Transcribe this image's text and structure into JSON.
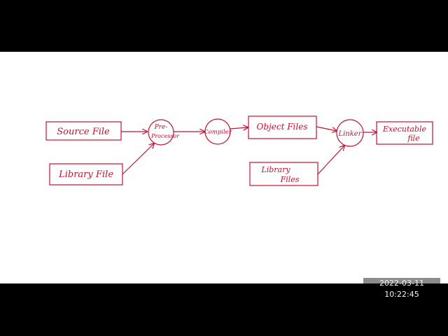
{
  "colors": {
    "ink": "#c8102e",
    "canvas": "#ffffff",
    "letterbox": "#000000"
  },
  "diagram": {
    "source_file": "Source File",
    "library_file": "Library File",
    "preprocessor_line1": "Pre-",
    "preprocessor_line2": "Processor",
    "compiler": "Compiler",
    "object_files": "Object Files",
    "library_files_line1": "Library",
    "library_files_line2": "Files",
    "linker": "Linker",
    "executable_line1": "Executable",
    "executable_line2": "file"
  },
  "overlay": {
    "timestamp": "2022-03-11  10:22:45"
  }
}
